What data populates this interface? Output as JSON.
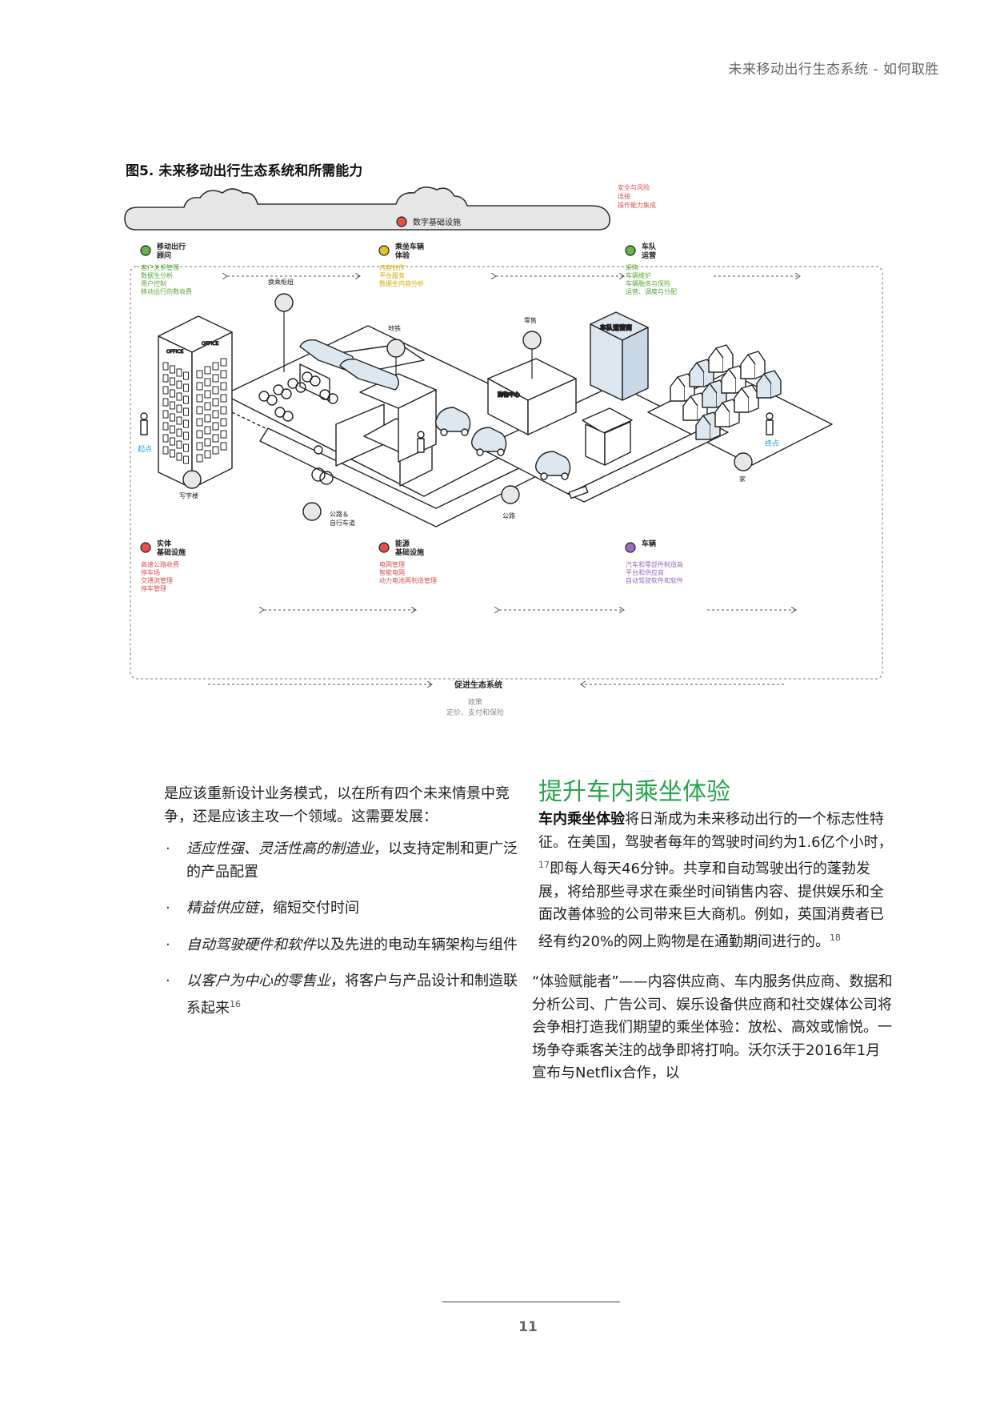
{
  "header": {
    "title": "未来移动出行生态系统 - 如何取胜"
  },
  "figure": {
    "title": "图5. 未来移动出行生态系统和所需能力",
    "cloud": {
      "label": "数字基础设施",
      "notes": [
        "安全与风险",
        "连接",
        "操作能力集成"
      ]
    },
    "top_nodes": [
      {
        "title1": "移动出行",
        "title2": "顾问",
        "color": "#6ab04c",
        "items": [
          "客户关系管理",
          "数据生分析",
          "用户控制",
          "移动出行的数收费"
        ]
      },
      {
        "title1": "乘坐车辆",
        "title2": "体验",
        "color": "#e5c12a",
        "items": [
          "内容创作",
          "平台服务",
          "数据生内容分析"
        ]
      },
      {
        "title1": "车队",
        "title2": "运营",
        "color": "#6ab04c",
        "items": [
          "采购",
          "车辆维护",
          "车辆融资与保险",
          "运营、调度与分配"
        ]
      }
    ],
    "bottom_nodes": [
      {
        "title1": "实体",
        "title2": "基础设施",
        "color": "#e05050",
        "items": [
          "高速公路收费",
          "停车场",
          "交通流管理",
          "停车管理"
        ]
      },
      {
        "title1": "能源",
        "title2": "基础设施",
        "color": "#e05050",
        "items": [
          "电网管理",
          "智能电网",
          "动力电池再制造管理"
        ]
      },
      {
        "title1": "车辆",
        "title2": "",
        "color": "#9a6cc2",
        "items": [
          "汽车和零部件制造商",
          "平台和供应商",
          "自动驾驶软件和软件"
        ]
      }
    ],
    "ecosystem": {
      "label": "促进生态系统",
      "line1": "政策",
      "line2": "定价、支付和保险"
    },
    "labels": {
      "hub": "换乘枢纽",
      "subway": "地铁",
      "retail": "零售",
      "office_tower": "写字楼",
      "road_bike1": "公路＆",
      "road_bike2": "自行车道",
      "road": "公路",
      "home": "家",
      "start": "起点",
      "end": "终点",
      "office_sign": "OFFICE",
      "fleet_sign": "车队运营商",
      "shop_sign": "购物中心"
    },
    "colors": {
      "accent_green": "#26a64c",
      "label_blue": "#2aa3d8",
      "note_red": "#e05050",
      "line_gray": "#555"
    }
  },
  "left_col": {
    "intro": "是应该重新设计业务模式，以在所有四个未来情景中竞争，还是应该主攻一个领域。这需要发展：",
    "bullets": [
      {
        "bullet": "·",
        "em": "适应性强、灵活性高的制造业",
        "text": "，以支持定制和更广泛的产品配置",
        "sup": ""
      },
      {
        "bullet": "·",
        "em": "精益供应链",
        "text": "，缩短交付时间",
        "sup": ""
      },
      {
        "bullet": "·",
        "em": "自动驾驶硬件和软件",
        "text": "以及先进的电动车辆架构与组件",
        "sup": ""
      },
      {
        "bullet": "·",
        "em": "以客户为中心的零售业",
        "text": "，将客户与产品设计和制造联系起来",
        "sup": "16"
      }
    ]
  },
  "right_col": {
    "heading": "提升车内乘坐体验",
    "lead": "车内乘坐体验",
    "p1a": "将日渐成为未来移动出行的一个标志性特征。在美国，驾驶者每年的驾驶时间约为1.6亿个小时，",
    "sup17": "17",
    "p1b": "即每人每天46分钟。共享和自动驾驶出行的蓬勃发展，将给那些寻求在乘坐时间销售内容、提供娱乐和全面改善体验的公司带来巨大商机。例如，英国消费者已经有约20%的网上购物是在通勤期间进行的。",
    "sup18": "18",
    "p2": "“体验赋能者”——内容供应商、车内服务供应商、数据和分析公司、广告公司、娱乐设备供应商和社交媒体公司将会争相打造我们期望的乘坐体验：放松、高效或愉悦。一场争夺乘客关注的战争即将打响。沃尔沃于2016年1月宣布与Netflix合作，以"
  },
  "footer": {
    "page": "11"
  }
}
